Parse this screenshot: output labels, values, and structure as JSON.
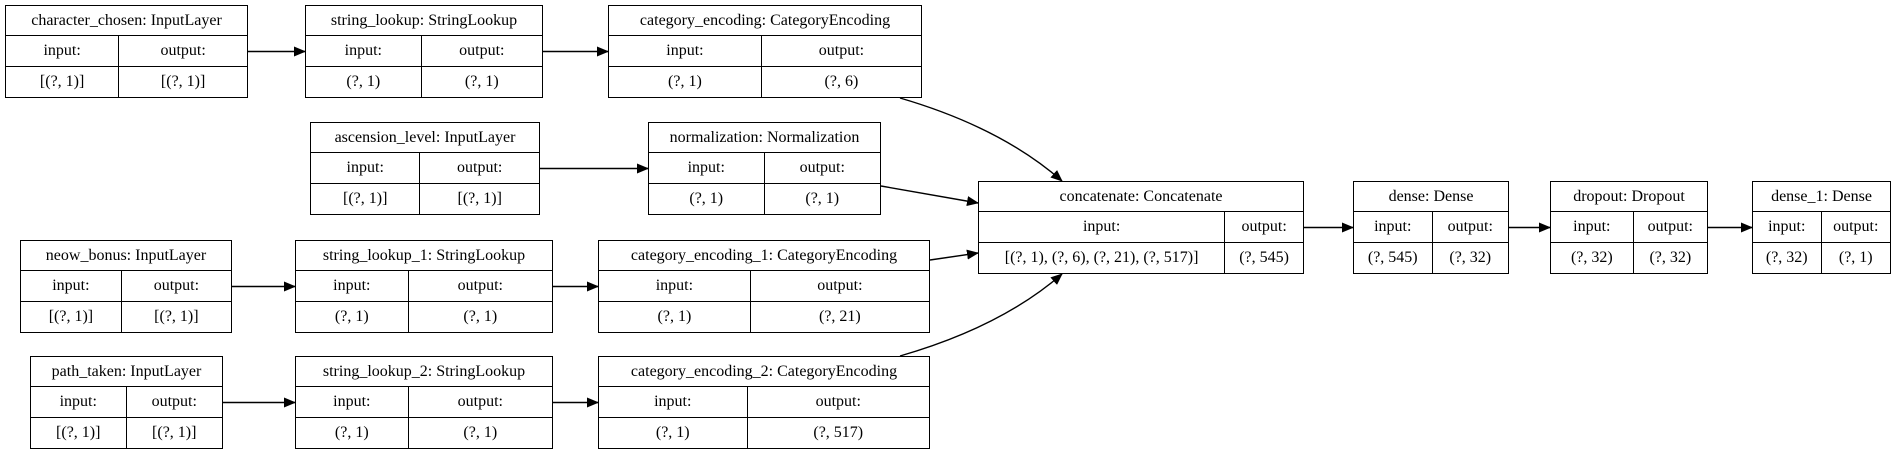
{
  "diagram": {
    "labels": {
      "input": "input:",
      "output": "output:"
    },
    "nodes": [
      {
        "id": "character_chosen",
        "title": "character_chosen: InputLayer",
        "input": "[(?, 1)]",
        "output": "[(?, 1)]"
      },
      {
        "id": "string_lookup",
        "title": "string_lookup: StringLookup",
        "input": "(?, 1)",
        "output": "(?, 1)"
      },
      {
        "id": "category_encoding",
        "title": "category_encoding: CategoryEncoding",
        "input": "(?, 1)",
        "output": "(?, 6)"
      },
      {
        "id": "ascension_level",
        "title": "ascension_level: InputLayer",
        "input": "[(?, 1)]",
        "output": "[(?, 1)]"
      },
      {
        "id": "normalization",
        "title": "normalization: Normalization",
        "input": "(?, 1)",
        "output": "(?, 1)"
      },
      {
        "id": "neow_bonus",
        "title": "neow_bonus: InputLayer",
        "input": "[(?, 1)]",
        "output": "[(?, 1)]"
      },
      {
        "id": "string_lookup_1",
        "title": "string_lookup_1: StringLookup",
        "input": "(?, 1)",
        "output": "(?, 1)"
      },
      {
        "id": "category_encoding_1",
        "title": "category_encoding_1: CategoryEncoding",
        "input": "(?, 1)",
        "output": "(?, 21)"
      },
      {
        "id": "path_taken",
        "title": "path_taken: InputLayer",
        "input": "[(?, 1)]",
        "output": "[(?, 1)]"
      },
      {
        "id": "string_lookup_2",
        "title": "string_lookup_2: StringLookup",
        "input": "(?, 1)",
        "output": "(?, 1)"
      },
      {
        "id": "category_encoding_2",
        "title": "category_encoding_2: CategoryEncoding",
        "input": "(?, 1)",
        "output": "(?, 517)"
      },
      {
        "id": "concatenate",
        "title": "concatenate: Concatenate",
        "input": "[(?, 1), (?, 6), (?, 21), (?, 517)]",
        "output": "(?, 545)"
      },
      {
        "id": "dense",
        "title": "dense: Dense",
        "input": "(?, 545)",
        "output": "(?, 32)"
      },
      {
        "id": "dropout",
        "title": "dropout: Dropout",
        "input": "(?, 32)",
        "output": "(?, 32)"
      },
      {
        "id": "dense_1",
        "title": "dense_1: Dense",
        "input": "(?, 32)",
        "output": "(?, 1)"
      }
    ],
    "edges": [
      {
        "from": "character_chosen",
        "to": "string_lookup"
      },
      {
        "from": "string_lookup",
        "to": "category_encoding"
      },
      {
        "from": "ascension_level",
        "to": "normalization"
      },
      {
        "from": "neow_bonus",
        "to": "string_lookup_1"
      },
      {
        "from": "string_lookup_1",
        "to": "category_encoding_1"
      },
      {
        "from": "path_taken",
        "to": "string_lookup_2"
      },
      {
        "from": "string_lookup_2",
        "to": "category_encoding_2"
      },
      {
        "from": "category_encoding",
        "to": "concatenate"
      },
      {
        "from": "normalization",
        "to": "concatenate"
      },
      {
        "from": "category_encoding_1",
        "to": "concatenate"
      },
      {
        "from": "category_encoding_2",
        "to": "concatenate"
      },
      {
        "from": "concatenate",
        "to": "dense"
      },
      {
        "from": "dense",
        "to": "dropout"
      },
      {
        "from": "dropout",
        "to": "dense_1"
      }
    ]
  }
}
